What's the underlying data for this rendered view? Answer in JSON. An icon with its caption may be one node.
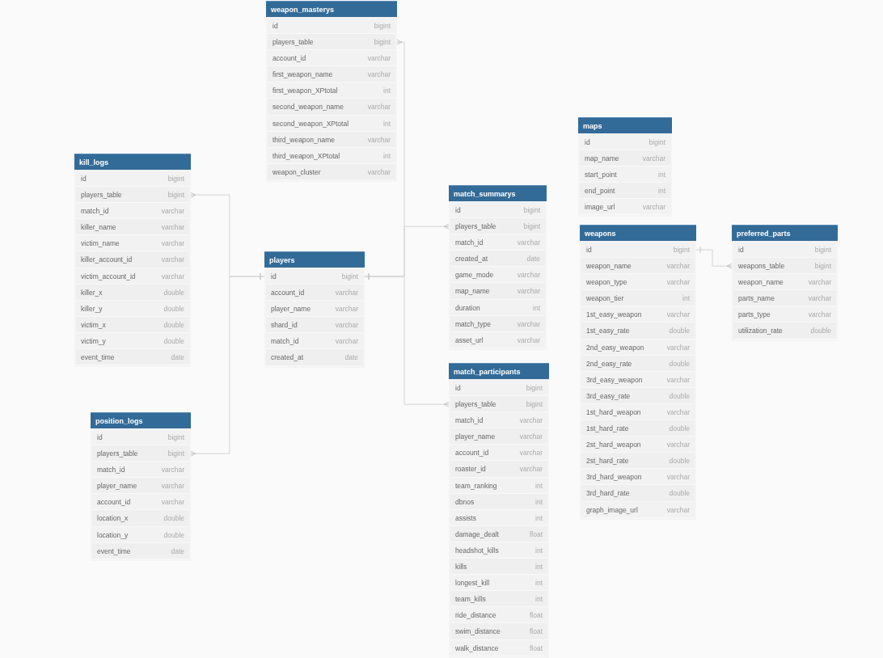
{
  "diagram": {
    "nodes": [
      {
        "text": [
          "weapon_masterys"
        ]
      },
      {
        "text": [
          "id",
          "bigint"
        ],
        "in": 0
      },
      {
        "text": [
          "players_table",
          "bigint"
        ],
        "in": 0
      },
      {
        "text": [
          "account_id",
          "varchar"
        ],
        "in": 0
      },
      {
        "text": [
          "first_weapon_name",
          "varchar"
        ],
        "in": 0
      },
      {
        "text": [
          "first_weapon_XPtotal",
          "int"
        ],
        "in": 0
      },
      {
        "text": [
          "second_weapon_name",
          "varchar"
        ],
        "in": 0
      },
      {
        "text": [
          "second_weapon_XPtotal",
          "int"
        ],
        "in": 0
      },
      {
        "text": [
          "third_weapon_name",
          "varchar"
        ],
        "in": 0
      },
      {
        "text": [
          "third_weapon_XPtotal",
          "int"
        ],
        "in": 0
      },
      {
        "text": [
          "weapon_cluster",
          "varchar"
        ],
        "in": 0
      },
      {
        "text": [
          "maps"
        ]
      },
      {
        "text": [
          "id",
          "bigint"
        ],
        "in": 11
      },
      {
        "text": [
          "map_name",
          "varchar"
        ],
        "in": 11
      },
      {
        "text": [
          "start_point",
          "int"
        ],
        "in": 11
      },
      {
        "text": [
          "end_point",
          "int"
        ],
        "in": 11
      },
      {
        "text": [
          "image_url",
          "varchar"
        ],
        "in": 11
      },
      {
        "text": [
          "kill_logs"
        ]
      },
      {
        "text": [
          "id",
          "bigint"
        ],
        "in": 17
      },
      {
        "text": [
          "players_table",
          "bigint"
        ],
        "in": 17
      },
      {
        "text": [
          "match_id",
          "varchar"
        ],
        "in": 17
      },
      {
        "text": [
          "killer_name",
          "varchar"
        ],
        "in": 17
      },
      {
        "text": [
          "victim_name",
          "varchar"
        ],
        "in": 17
      },
      {
        "text": [
          "killer_account_id",
          "varchar"
        ],
        "in": 17
      },
      {
        "text": [
          "victim_account_id",
          "varchar"
        ],
        "in": 17
      },
      {
        "text": [
          "killer_x",
          "double"
        ],
        "in": 17
      },
      {
        "text": [
          "killer_y",
          "double"
        ],
        "in": 17
      },
      {
        "text": [
          "victim_x",
          "double"
        ],
        "in": 17
      },
      {
        "text": [
          "victim_y",
          "double"
        ],
        "in": 17
      },
      {
        "text": [
          "event_time",
          "date"
        ],
        "in": 17
      },
      {
        "text": [
          "match_summarys"
        ]
      },
      {
        "text": [
          "id",
          "bigint"
        ],
        "in": 30
      },
      {
        "text": [
          "players_table",
          "bigint"
        ],
        "in": 30
      },
      {
        "text": [
          "match_id",
          "varchar"
        ],
        "in": 30
      },
      {
        "text": [
          "created_at",
          "date"
        ],
        "in": 30
      },
      {
        "text": [
          "game_mode",
          "varchar"
        ],
        "in": 30
      },
      {
        "text": [
          "map_name",
          "varchar"
        ],
        "in": 30
      },
      {
        "text": [
          "duration",
          "int"
        ],
        "in": 30
      },
      {
        "text": [
          "match_type",
          "varchar"
        ],
        "in": 30
      },
      {
        "text": [
          "asset_url",
          "varchar"
        ],
        "in": 30
      },
      {
        "text": [
          "weapons"
        ]
      },
      {
        "text": [
          "id",
          "bigint"
        ],
        "in": 40
      },
      {
        "text": [
          "weapon_name",
          "varchar"
        ],
        "in": 40
      },
      {
        "text": [
          "weapon_type",
          "varchar"
        ],
        "in": 40
      },
      {
        "text": [
          "weapon_tier",
          "int"
        ],
        "in": 40
      },
      {
        "text": [
          "1st_easy_weapon",
          "varchar"
        ],
        "in": 40
      },
      {
        "text": [
          "1st_easy_rate",
          "double"
        ],
        "in": 40
      },
      {
        "text": [
          "2nd_easy_weapon",
          "varchar"
        ],
        "in": 40
      },
      {
        "text": [
          "2nd_easy_rate",
          "double"
        ],
        "in": 40
      },
      {
        "text": [
          "3rd_easy_weapon",
          "varchar"
        ],
        "in": 40
      },
      {
        "text": [
          "3rd_easy_rate",
          "double"
        ],
        "in": 40
      },
      {
        "text": [
          "1st_hard_weapon",
          "varchar"
        ],
        "in": 40
      },
      {
        "text": [
          "1st_hard_rate",
          "double"
        ],
        "in": 40
      },
      {
        "text": [
          "2st_hard_weapon",
          "varchar"
        ],
        "in": 40
      },
      {
        "text": [
          "2st_hard_rate",
          "double"
        ],
        "in": 40
      },
      {
        "text": [
          "3rd_hard_weapon",
          "varchar"
        ],
        "in": 40
      },
      {
        "text": [
          "3rd_hard_rate",
          "double"
        ],
        "in": 40
      },
      {
        "text": [
          "graph_image_url",
          "varchar"
        ],
        "in": 40
      },
      {
        "text": [
          "preferred_parts"
        ]
      },
      {
        "text": [
          "id",
          "bigint"
        ],
        "in": 58
      },
      {
        "text": [
          "weapons_table",
          "bigint"
        ],
        "in": 58
      },
      {
        "text": [
          "weapon_name",
          "varchar"
        ],
        "in": 58
      },
      {
        "text": [
          "parts_name",
          "varchar"
        ],
        "in": 58
      },
      {
        "text": [
          "parts_type",
          "varchar"
        ],
        "in": 58
      },
      {
        "text": [
          "utilization_rate",
          "double"
        ],
        "in": 58
      },
      {
        "text": [
          "players"
        ]
      },
      {
        "text": [
          "id",
          "bigint"
        ],
        "in": 65
      },
      {
        "text": [
          "account_id",
          "varchar"
        ],
        "in": 65
      },
      {
        "text": [
          "player_name",
          "varchar"
        ],
        "in": 65
      },
      {
        "text": [
          "shard_id",
          "varchar"
        ],
        "in": 65
      },
      {
        "text": [
          "match_id",
          "varchar"
        ],
        "in": 65
      },
      {
        "text": [
          "created_at",
          "date"
        ],
        "in": 65
      },
      {
        "text": [
          "match_participants"
        ]
      },
      {
        "text": [
          "id",
          "bigint"
        ],
        "in": 72
      },
      {
        "text": [
          "players_table",
          "bigint"
        ],
        "in": 72
      },
      {
        "text": [
          "match_id",
          "varchar"
        ],
        "in": 72
      },
      {
        "text": [
          "player_name",
          "varchar"
        ],
        "in": 72
      },
      {
        "text": [
          "account_id",
          "varchar"
        ],
        "in": 72
      },
      {
        "text": [
          "roaster_id",
          "varchar"
        ],
        "in": 72
      },
      {
        "text": [
          "team_ranking",
          "int"
        ],
        "in": 72
      },
      {
        "text": [
          "dbnos",
          "int"
        ],
        "in": 72
      },
      {
        "text": [
          "assists",
          "int"
        ],
        "in": 72
      },
      {
        "text": [
          "damage_dealt",
          "float"
        ],
        "in": 72
      },
      {
        "text": [
          "headshot_kills",
          "int"
        ],
        "in": 72
      },
      {
        "text": [
          "kills",
          "int"
        ],
        "in": 72
      },
      {
        "text": [
          "longest_kill",
          "int"
        ],
        "in": 72
      },
      {
        "text": [
          "team_kills",
          "int"
        ],
        "in": 72
      },
      {
        "text": [
          "ride_distance",
          "float"
        ],
        "in": 72
      },
      {
        "text": [
          "swim_distance",
          "float"
        ],
        "in": 72
      },
      {
        "text": [
          "walk_distance",
          "float"
        ],
        "in": 72
      },
      {
        "text": [
          "position_logs"
        ]
      },
      {
        "text": [
          "id",
          "bigint"
        ],
        "in": 90
      },
      {
        "text": [
          "players_table",
          "bigint"
        ],
        "in": 90
      },
      {
        "text": [
          "match_id",
          "varchar"
        ],
        "in": 90
      },
      {
        "text": [
          "player_name",
          "varchar"
        ],
        "in": 90
      },
      {
        "text": [
          "account_id",
          "varchar"
        ],
        "in": 90
      },
      {
        "text": [
          "location_x",
          "double"
        ],
        "in": 90
      },
      {
        "text": [
          "location_y",
          "double"
        ],
        "in": 90
      },
      {
        "text": [
          "event_time",
          "date"
        ],
        "in": 90
      }
    ],
    "edges": [
      {
        "from": 66,
        "to": 19,
        "arrow": "other"
      },
      {
        "from": 66,
        "to": 2,
        "arrow": "other"
      },
      {
        "from": 66,
        "to": 32,
        "arrow": "other"
      },
      {
        "from": 66,
        "to": 74,
        "arrow": "other"
      },
      {
        "from": 66,
        "to": 92,
        "arrow": "other"
      },
      {
        "from": 41,
        "to": 60,
        "arrow": "other"
      }
    ]
  }
}
